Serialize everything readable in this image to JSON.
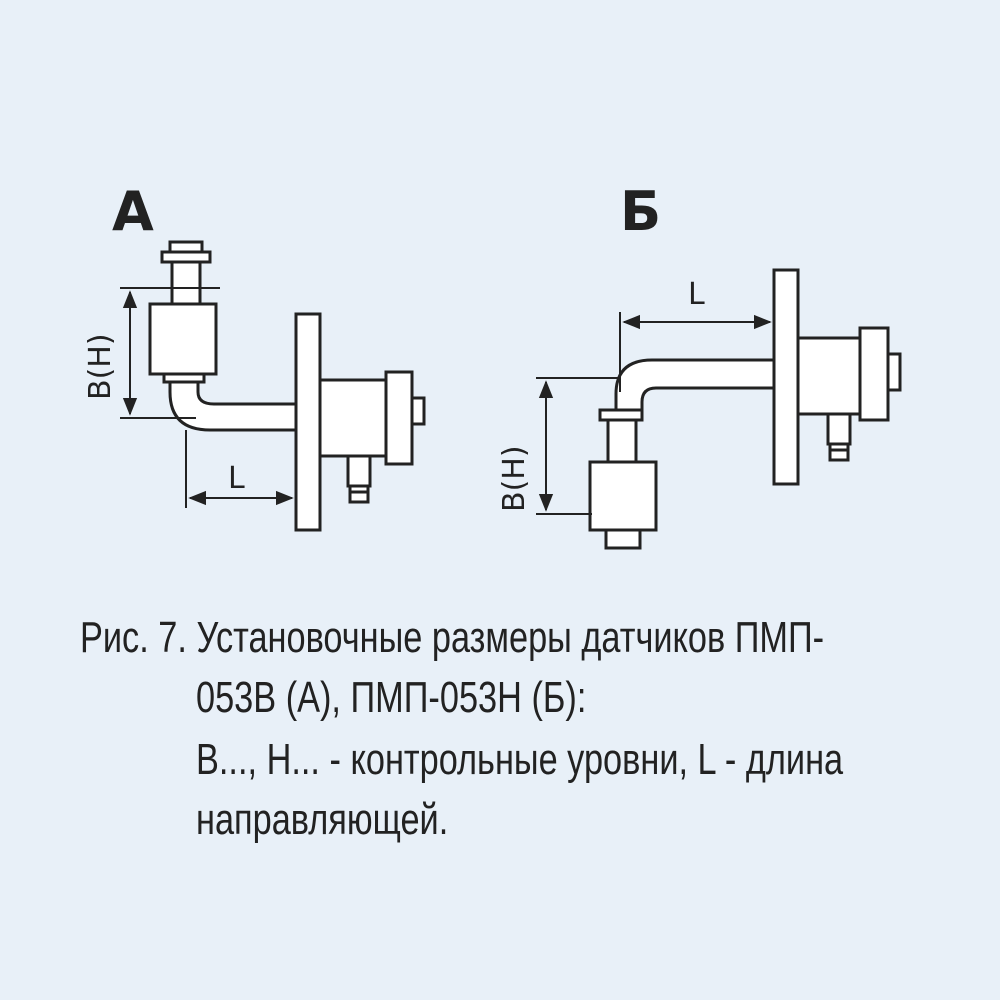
{
  "diagram": {
    "label_a": "А",
    "label_b": "Б",
    "dim_bh_a": "B(H)",
    "dim_l_a": "L",
    "dim_bh_b": "B(H)",
    "dim_l_b": "L"
  },
  "caption": {
    "line1": "Рис. 7. Установочные размеры датчиков ПМП-",
    "line2": "053В (А), ПМП-053Н (Б):",
    "line3": "В..., Н... - контрольные уровни, L - длина",
    "line4": "направляющей."
  },
  "colors": {
    "background": "#e8f0f8",
    "ink": "#222222"
  }
}
